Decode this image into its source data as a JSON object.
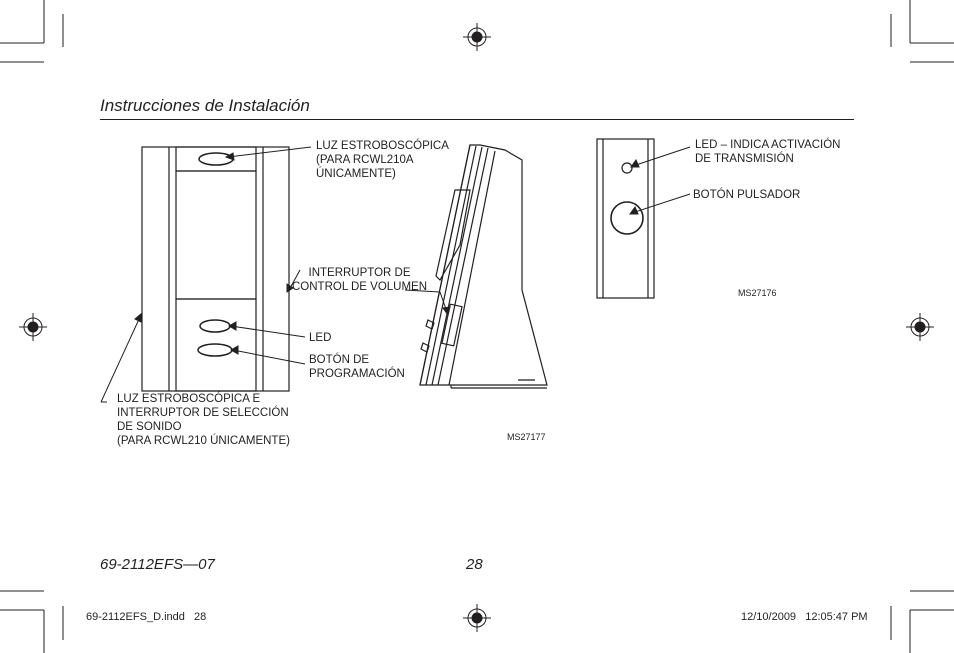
{
  "header": {
    "title": "Instrucciones de Instalación"
  },
  "figure_left": {
    "callouts": [
      "LUZ ESTROBOSCÓPICA\n(PARA RCWL210A\nÚNICAMENTE)",
      "INTERRUPTOR DE\nCONTROL DE VOLUMEN",
      "LED",
      "BOTÓN DE\nPROGRAMACIÓN",
      "LUZ ESTROBOSCÓPICA E\nINTERRUPTOR DE SELECCIÓN\nDE SONIDO\n(PARA RCWL210 ÚNICAMENTE)"
    ],
    "code": "MS27177"
  },
  "figure_right": {
    "callouts": [
      "LED – INDICA ACTIVACIÓN\nDE TRANSMISIÓN",
      "BOTÓN PULSADOR"
    ],
    "code": "MS27176"
  },
  "footer": {
    "doc_number": "69-2112EFS—07",
    "page": "28"
  },
  "slug": {
    "file": "69-2112EFS_D.indd   28",
    "datetime": "12/10/2009   12:05:47 PM"
  }
}
